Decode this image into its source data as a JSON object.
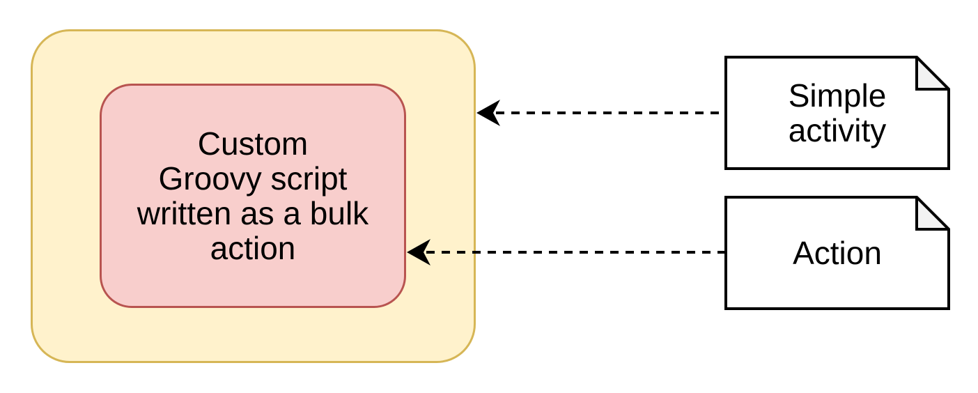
{
  "diagram": {
    "group_box": {
      "fill": "#FFF2CC",
      "border": "#D6B656"
    },
    "script_box": {
      "label": "Custom\nGroovy script\nwritten as a bulk\naction",
      "fill": "#F8CECC",
      "border": "#B85450"
    },
    "notes": [
      {
        "label": "Simple\nactivity"
      },
      {
        "label": "Action"
      }
    ],
    "note_style": {
      "fill": "#FFFFFF",
      "fold_fill": "#F2F2F2",
      "border": "#000000"
    },
    "connectors": [
      {
        "from": "Simple activity",
        "to": "group box",
        "style": "dashed",
        "color": "#000000"
      },
      {
        "from": "Action",
        "to": "script box",
        "style": "dashed",
        "color": "#000000"
      }
    ],
    "text_color": "#000000"
  }
}
